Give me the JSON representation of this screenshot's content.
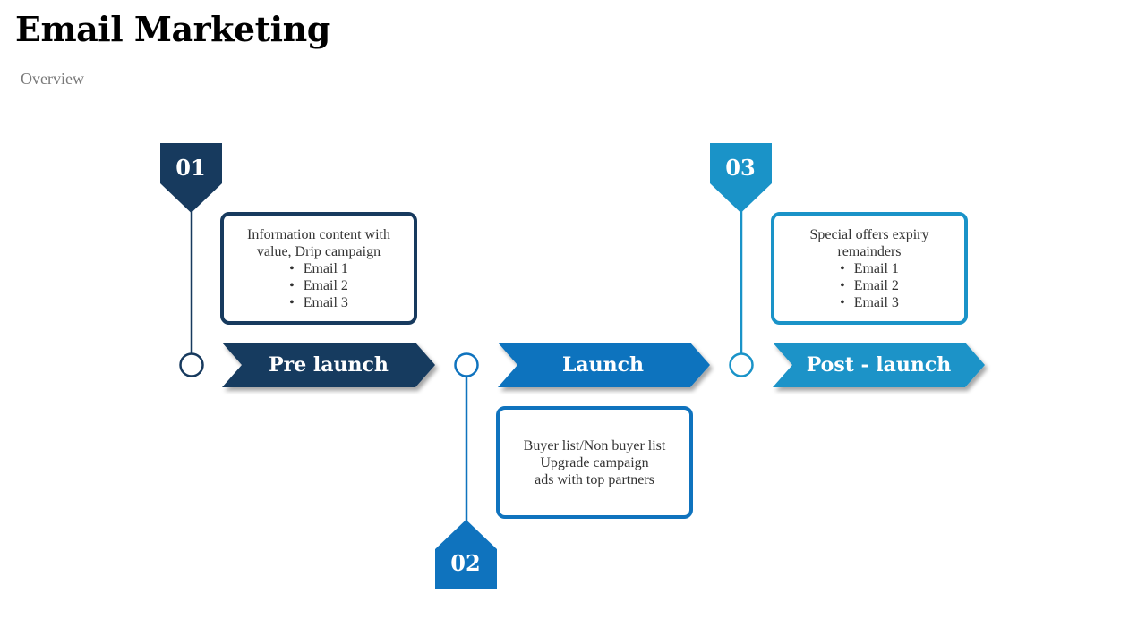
{
  "header": {
    "title": "Email Marketing",
    "subtitle": "Overview"
  },
  "colors": {
    "stage1": "#173a5e",
    "stage2": "#0f73be",
    "stage3": "#1a93c8"
  },
  "stages": [
    {
      "number": "01",
      "label": "Pre launch",
      "card_lines": [
        "Information content with value, Drip campaign"
      ],
      "card_bullets": [
        "Email 1",
        "Email 2",
        "Email 3"
      ]
    },
    {
      "number": "02",
      "label": "Launch",
      "card_lines": [
        "Buyer list/Non buyer list",
        "Upgrade campaign",
        "ads with top partners"
      ],
      "card_bullets": []
    },
    {
      "number": "03",
      "label": "Post - launch",
      "card_lines": [
        "Special offers expiry remainders"
      ],
      "card_bullets": [
        "Email 1",
        "Email 2",
        "Email 3"
      ]
    }
  ]
}
